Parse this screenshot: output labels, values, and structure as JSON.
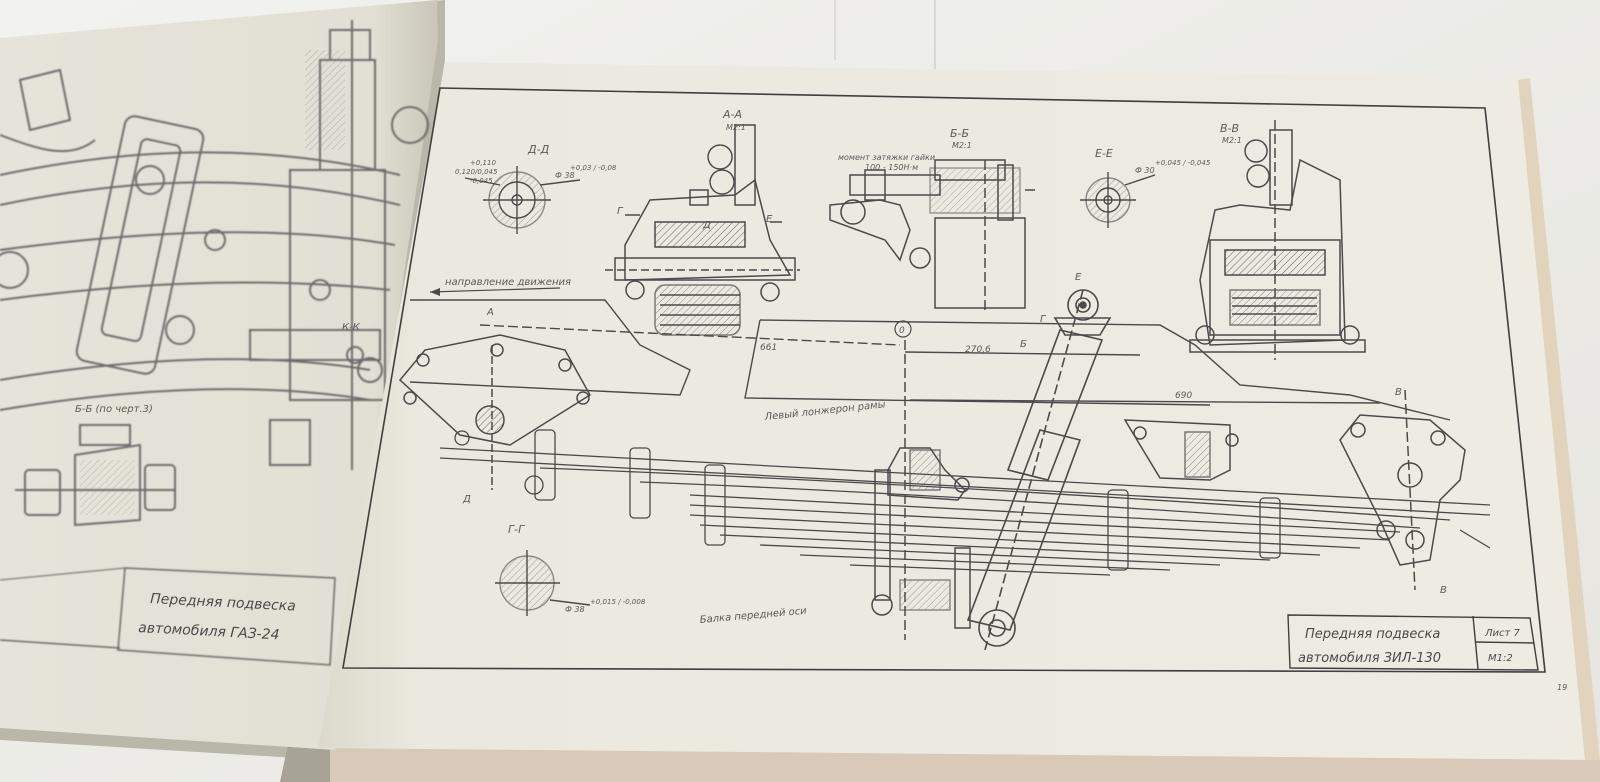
{
  "left_page": {
    "section_label": "Б-Б (по черт.3)",
    "title_line1": "Передняя подвеска",
    "title_line2": "автомобиля ГАЗ-24",
    "side_label": "К-К"
  },
  "right_page": {
    "sections": {
      "a_a": "А-А",
      "a_a_scale": "М2:1",
      "b_b": "Б-Б",
      "b_b_scale": "М2:1",
      "b_b_note1": "момент затяжки гайки",
      "b_b_note2": "100 - 150Н·м",
      "d_d": "Д-Д",
      "e_e": "Е-Е",
      "v_v": "В-В",
      "v_v_scale": "М2:1",
      "g_g": "Г-Г"
    },
    "tolerances": {
      "d_d_fit_top": "+0,110",
      "d_d_fit_mid": "0,120/0,045",
      "d_d_fit_bot": "-0,045",
      "d_d_dia": "Ф 38",
      "d_d_dia_tol": "+0,03 / -0,08",
      "e_e_dia": "Ф 30",
      "e_e_tol": "+0,045 / -0,045",
      "g_g_dia": "Ф 38",
      "g_g_tol": "+0,015 / -0,008"
    },
    "labels": {
      "direction": "направление движения",
      "frame": "Левый лонжерон рамы",
      "axle": "Балка передней оси"
    },
    "markers": {
      "a_top": "А",
      "d_bottom": "Д",
      "g_left": "Г",
      "e_right": "Е",
      "b_right": "Б",
      "v_top": "В",
      "v_bottom": "В",
      "e_top": "Е",
      "g_top": "Г",
      "zero": "0"
    },
    "dimensions": {
      "d1": "661",
      "d2": "270,6",
      "d3": "690"
    },
    "title_block": {
      "line1": "Передняя подвеска",
      "line2": "автомобиля ЗИЛ-130",
      "sheet": "Лист 7",
      "scale": "М1:2"
    },
    "page_number": "19"
  }
}
